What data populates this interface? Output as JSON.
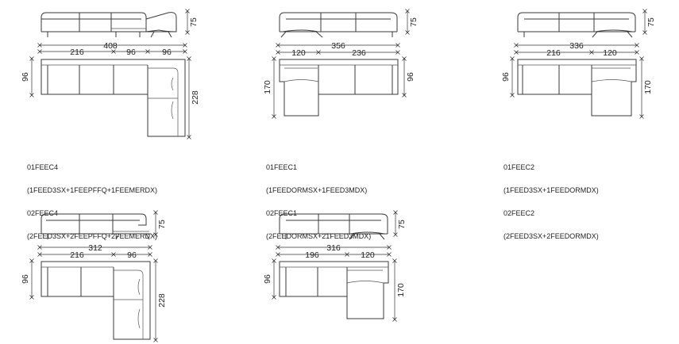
{
  "configs": [
    {
      "id": "01FEEC4",
      "dims": {
        "height": "75",
        "total_width": "408",
        "seg_a": "216",
        "seg_b": "96",
        "seg_c": "96",
        "depth": "96",
        "chaise_depth": "228"
      },
      "caption": [
        "01FEEC4",
        "(1FEED3SX+1FEEPFFQ+1FEEMERDX)",
        "02FEEC4",
        "(2FEED3SX+2FEEPFFQ+2FEEMERDX)"
      ]
    },
    {
      "id": "01FEEC1",
      "dims": {
        "height": "75",
        "total_width": "356",
        "seg_a": "120",
        "seg_b": "236",
        "depth": "96",
        "chaise_depth": "170"
      },
      "caption": [
        "01FEEC1",
        "(1FEEDORMSX+1FEED3MDX)",
        "02FEEC1",
        "(2FEEDORMSX+21FEED3MDX)"
      ]
    },
    {
      "id": "01FEEC2",
      "dims": {
        "height": "75",
        "total_width": "336",
        "seg_a": "216",
        "seg_b": "120",
        "depth": "96",
        "chaise_depth": "170"
      },
      "caption": [
        "01FEEC2",
        "(1FEED3SX+1FEEDORMDX)",
        "02FEEC2",
        "(2FEED3SX+2FEEDORMDX)"
      ]
    },
    {
      "id": "config-4",
      "dims": {
        "height": "75",
        "total_width": "312",
        "seg_a": "216",
        "seg_b": "96",
        "depth": "96",
        "chaise_depth": "228"
      }
    },
    {
      "id": "config-5",
      "dims": {
        "height": "75",
        "total_width": "316",
        "seg_a": "196",
        "seg_b": "120",
        "depth": "96",
        "chaise_depth": "170"
      }
    }
  ]
}
